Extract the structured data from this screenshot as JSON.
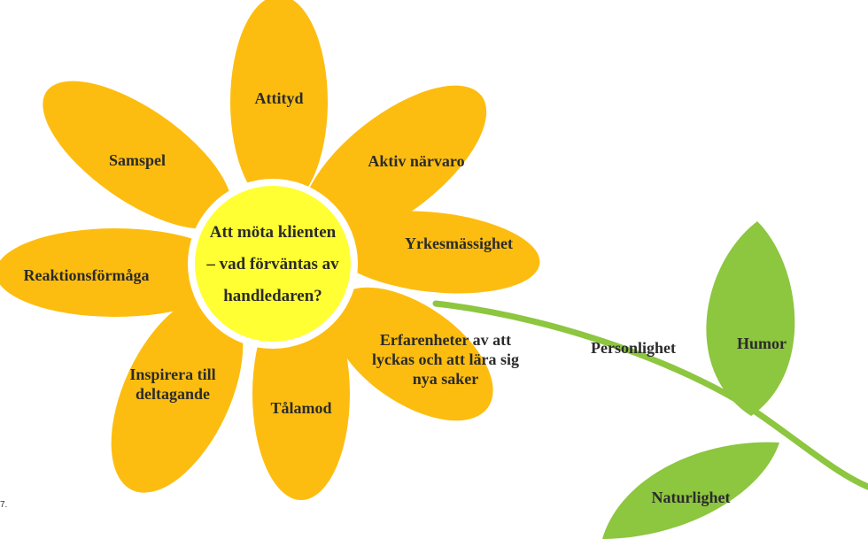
{
  "center": {
    "line1": "Att möta klienten",
    "line2": "– vad förväntas av",
    "line3": "handledaren?"
  },
  "petals": [
    {
      "label": "Attityd"
    },
    {
      "label": "Aktiv närvaro"
    },
    {
      "label": "Yrkesmässighet"
    },
    {
      "label1": "Erfarenheter av att",
      "label2": "lyckas och att lära sig",
      "label3": "nya saker"
    },
    {
      "label": "Tålamod"
    },
    {
      "label1": "Inspirera till",
      "label2": "deltagande"
    },
    {
      "label": "Reaktionsförmåga"
    },
    {
      "label": "Samspel"
    }
  ],
  "stem_label": "Personlighet",
  "leaves": [
    {
      "label": "Humor"
    },
    {
      "label": "Naturlighet"
    }
  ],
  "footnote": "7.",
  "colors": {
    "petal": "#FDBD10",
    "center_fill": "#FFFF33",
    "center_ring": "#FFFFFF",
    "leaf": "#8DC63F",
    "stem": "#8DC63F",
    "text": "#2b2b2b"
  }
}
